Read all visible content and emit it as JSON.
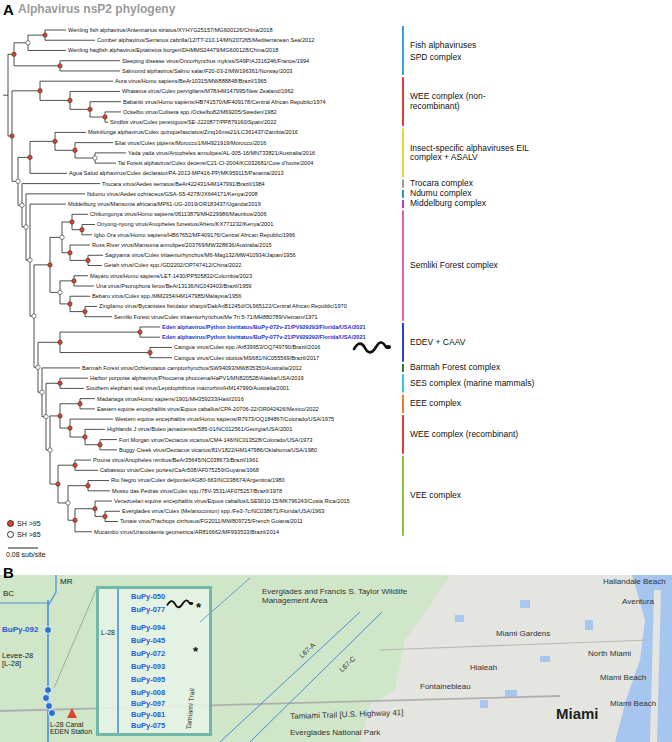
{
  "diagram": {
    "title": "Alphavirus nsP2 phylogeny",
    "nodes": [
      {
        "text": [
          "BuPy-050",
          "BuPy-077",
          "*",
          "L-28",
          "BuPy-094",
          "BuPy-045",
          "BuPy-072",
          "*",
          "BuPy-093",
          "BuPy-095",
          "BuPy-008",
          "BuPy-097",
          "BuPy-081",
          "BuPy-075",
          "Tamiami Trail"
        ]
      }
    ],
    "labels": [
      "A",
      "Wenling fish alphavirus/Antennarius striatus/XYHYG25157/MG600126/China/2018",
      "Comber alphavirus/Serranus cabrilla/12ITT-210.14/MN207265/Mediterranean Sea/2012",
      "Wenling hagfish alphavirus/Eptatretus burgeri/DHMMS24479/MG600128/China/2018",
      "Sleeping disease virus/Oncorhynchus mykiss/S49P/AJ316246/France/1994",
      "Salmonid alphavirus/Salmo salar/F20-03-2/MW196361/Norway/2003",
      "Aura virus/Homo sapiens/BeAr10315/MW888848/Brazil/1965",
      "Whataroa virus/Culex pervigilans/M78/HM147995/New Zealand/1962",
      "Babanki virus/Homo sapiens/HB741570/MF409178/Central African Republic/1974",
      "Ockelbo virus/Culiseta spp./Ockelbo82/M69205/Sweden/1982",
      "Sindbis virus/Culex perexiguus/SE-J220877/PP879160/Spain/2022",
      "Mwinilunga alphavirus/Culex quinquefasciatus/Zmq16mw21/LC361437/Zambia/2016",
      "Eilat virus/Culex pipiens/Morocco1/MH921919/Morocco/2016",
      "Yada yada virus/Anopheles annulipes/AL-005-16/MN733821/Australia/2016",
      "Tai Forest alphavirus/Culex decens/C21-CI-2004/KC032681/Cote d'Ivoire/2004",
      "Agua Salud alphavirus/Culex declarator/PA-2013-MP416-PP/MK959115/Panama/2013",
      "Trocara virus/Aedes serratus/BeAr422431/HM147991/Brazil/1984",
      "Ndumu virus/Aedes ochraceus/GSA-S5-4278/JX644171/Kenya/2008",
      "Middelburg virus/Mansonia africana/MP61-UG-2019/OR183437/Uganda/2019",
      "Chikungunya virus/Homo sapiens/06113879/MH229986/Mauritius/2006",
      "Onyong-nyong virus/Anopheles funestus/Ahero/KX771232/Kenya/2001",
      "Igbo Ora virus/Homo sapiens/HB67652/MF409176/Central African Republic/1966",
      "Ross River virus/Mansonia annulipes/203769/MW328636/Australia/2015",
      "Sagiyama virus/Culex tritaeniorhynchus/M6-Mag132/MW410934/Japan/1956",
      "Getah virus/Culex spp./GD2202/OP747412/China/2022",
      "Mayaro virus/Homo sapiens/LET-1430/PP505832/Colombia/2023",
      "Una virus/Psorophora ferox/BeAr13136/NC043403/Brazil/1959",
      "Bebaru virus/Culex spp./MM2354/HM147985/Malaysia/1956",
      "Zingilamo virus/Bycanistes fistulator sharpii/DakAnB1245d/OL965122/Central African Republic/1970",
      "Semliki Forest virus/Culex tritaeniorhynchus/Me Tri 5-71/MH880789/Vietnam/1971",
      "Eden alphavirus/Python bivittatus/BuPy-072v-21/PV929293/Florida/USA/2021",
      "Eden alphavirus/Python bivittatus/BuPy-077v-21/PV929292/Florida/USA/2021",
      "Caingua virus/Culex spp./Ar839953/OQ749790/Brazil/2016",
      "Caingua virus/Culex idottus/MS681/NC055569/Brazil/2017",
      "Barmah Forest virus/Ochlerotatus camptorhynchus/SW94093/MW835350/Australia/2012",
      "Harbor porpoise alphavirus/Phocoena phocoena/HaPV1/MN820528/Alaska/USA/2019",
      "Southern elephant seal virus/Lepidophthirus macrorhini/HM147990/Australia/2001",
      "Madariaga virus/Homo sapiens/1901/MH359233/Haiti/2016",
      "Eastern equine encephalitis virus/Equus caballus/CPA-20706-22/OR042426/Mexico/2022",
      "Western equine encephalitis virus/Homo sapiens/R7973/OQ184867/Colorado/USA/1975",
      "Highlands J virus/Buteo jamaicensis/585-01/NC012561/Georgia/USA/2001",
      "Fort Morgan virus/Oeciacus vicarius/CM4-146/NC013528/Colorado/USA/1973",
      "Buggy Creek virus/Oeciacus vicarius/81V1822/HM147986/Oklahoma/USA/1980",
      "Pixuna virus/Anopheles nimbus/BeAr35645/NC038673/Brazil/1961",
      "Cabassou virus/Culex portesi/CaAr508/AF075259/Guyana/1968",
      "Rio Negro virus/Culex delpontei/AG80-663/NC038674/Argentina/1980",
      "Mosso das Pedras virus/Culex spp./78V-3531/AF075257/Brazil/1978",
      "Venezuelan equine encephalitis virus/Equus caballus/LSE9010-15/MK796243/Costa Rica/2015",
      "Everglades virus/Culex (Melanoconion) spp./Fe3-7c/NC038671/Florida/USA/1963",
      "Tonate virus/Trachops cirrhosus/FG2011/MW809725/French Guiana/2011",
      "Mucambo virus/Uranotaenia geometrica/AR816662/MF993533/Brazil/2014",
      "Fish alphaviruses",
      "SPD complex",
      "WEE complex (non-recombinant)",
      "Insect-specific alphaviruses EIL complex + ASALV",
      "Trocara complex",
      "Ndumu complex",
      "Middelburg complex",
      "Semliki Forest complex",
      "EDEV + CAAV",
      "Barmah Forest complex",
      "SES complex (marine mammals)",
      "EEE complex",
      "WEE complex (recombinant)",
      "VEE complex",
      "0.08 sub/site",
      "B",
      "BC",
      "MR",
      "BuPy-092",
      "Levee-28 [L-28]",
      "L-28 Canal EDEN Station",
      "Everglades and Francis S. Taylor Wildlife Management Area",
      "L67-A",
      "L67-C",
      "Hallandale Beach",
      "Aventura",
      "Miami Gardens",
      "North Miami",
      "Miami Beach",
      "Hialeah",
      "Miami Beach",
      "Fontainebleau",
      "Miami",
      "Tamiami Trail [U.S. Highway 41]",
      "Everglades National Park"
    ],
    "legend": [
      {
        "text": "SH >95",
        "color": "#d9452b"
      },
      {
        "text": "SH >85",
        "color": "#ffffff"
      }
    ]
  }
}
